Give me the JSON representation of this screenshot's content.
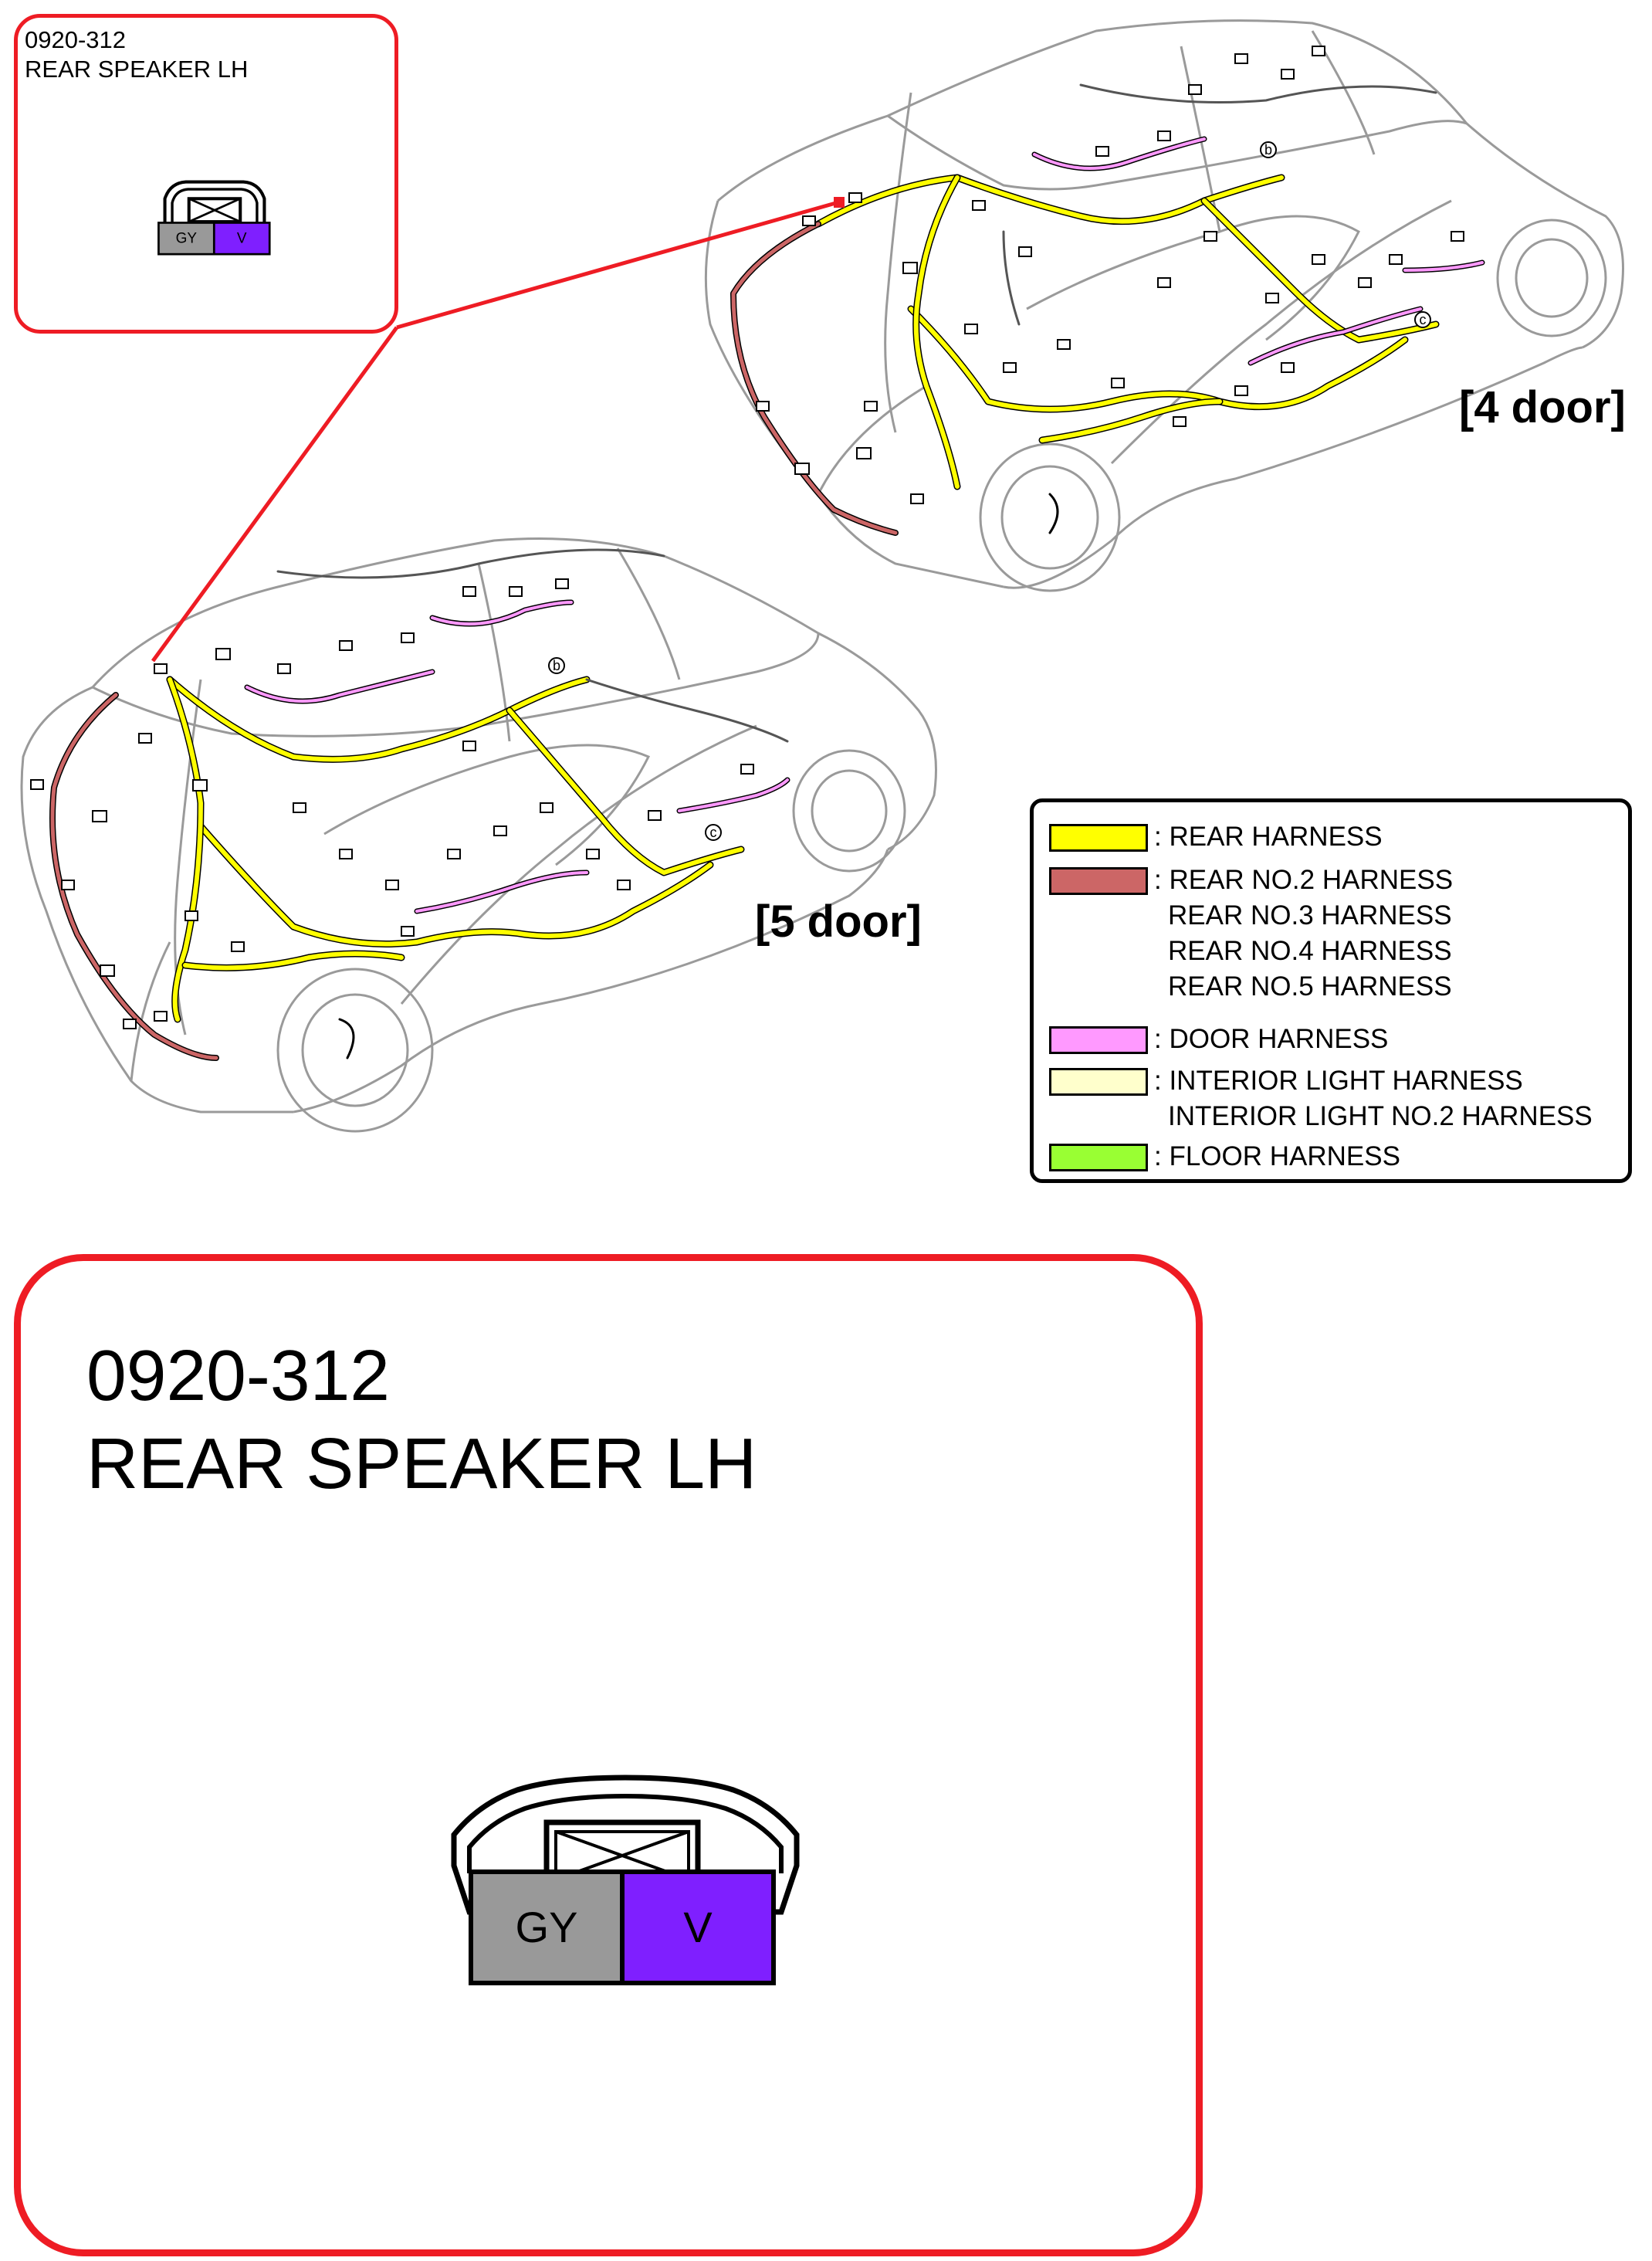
{
  "connector": {
    "code": "0920-312",
    "name": "REAR SPEAKER LH",
    "pins": [
      {
        "label": "GY",
        "color": "#999999"
      },
      {
        "label": "V",
        "color": "#7f1fff"
      }
    ]
  },
  "views": {
    "four_door": "[4 door]",
    "five_door": "[5 door]"
  },
  "callout_markers": [
    "b",
    "c"
  ],
  "legend": {
    "items": [
      {
        "color": "#ffff00",
        "lines": [
          ": REAR HARNESS"
        ]
      },
      {
        "color": "#cc6666",
        "lines": [
          ": REAR NO.2 HARNESS",
          "REAR NO.3 HARNESS",
          "REAR NO.4 HARNESS",
          "REAR NO.5 HARNESS"
        ]
      },
      {
        "color": "#ff99ff",
        "lines": [
          ": DOOR HARNESS"
        ]
      },
      {
        "color": "#ffffcc",
        "lines": [
          ": INTERIOR LIGHT HARNESS",
          "INTERIOR LIGHT NO.2 HARNESS"
        ]
      },
      {
        "color": "#99ff33",
        "lines": [
          ": FLOOR HARNESS"
        ]
      }
    ]
  },
  "colors": {
    "callout_border": "#ee1c24",
    "body_outline": "#9a9a9a",
    "connector_fill": "#ffffff"
  }
}
